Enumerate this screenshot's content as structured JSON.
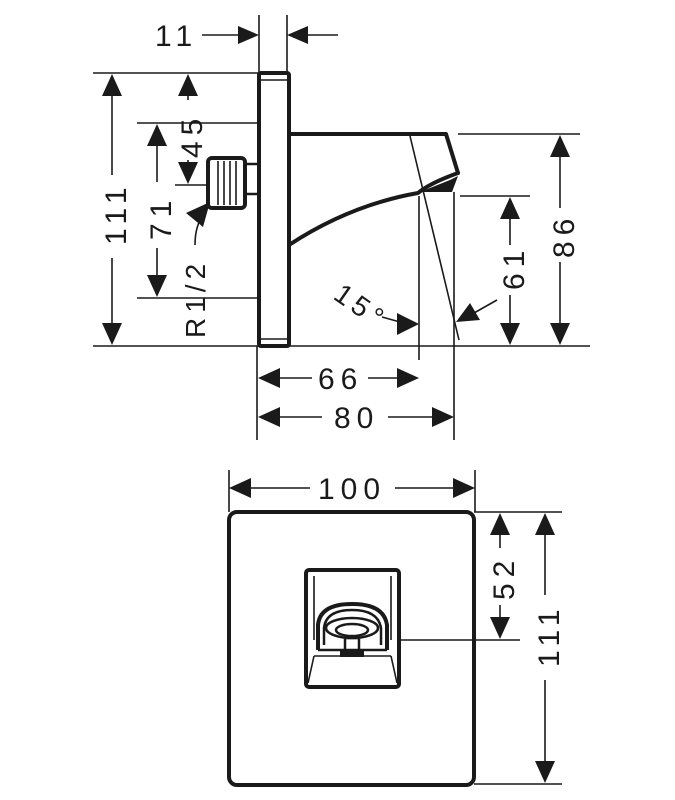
{
  "title": "Technical dimension drawing – wall outlet / spout (side view and front view)",
  "units": "mm",
  "side_view": {
    "dims": {
      "plate_thickness": "11",
      "total_height": "111",
      "top_to_inlet_axis": "45",
      "inlet_axis_to_bottom_ref": "71",
      "thread": "R1/2",
      "spout_height": "86",
      "outlet_height": "61",
      "angle": "15°",
      "projection_to_outlet": "66",
      "total_projection": "80"
    }
  },
  "front_view": {
    "dims": {
      "width": "100",
      "top_to_outlet": "52",
      "height": "111"
    }
  }
}
